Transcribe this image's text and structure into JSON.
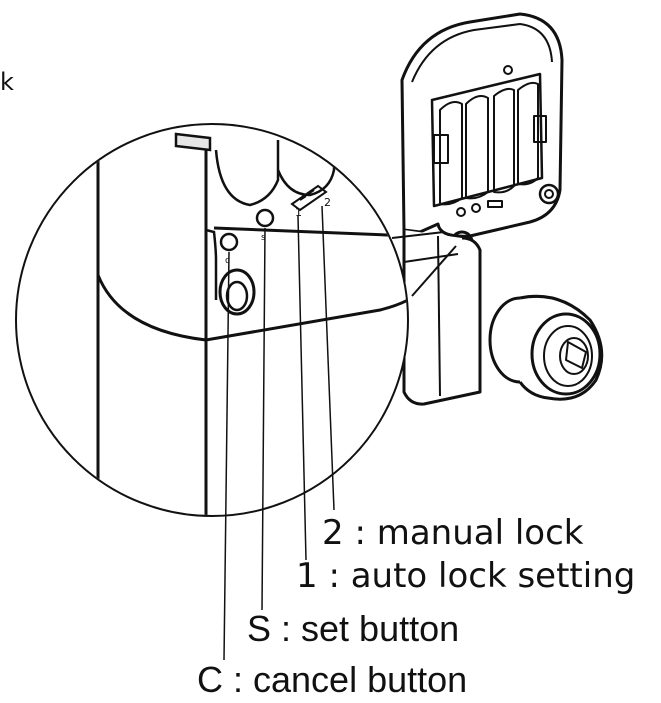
{
  "diagram": {
    "edge_text": "k",
    "panel_markings": {
      "switch_position_1": "1",
      "switch_position_2": "2",
      "set_button_mark": "s",
      "cancel_button_mark": "c"
    },
    "callouts": [
      {
        "key": "2",
        "text": "2 : manual lock"
      },
      {
        "key": "1",
        "text": "1 : auto lock setting"
      },
      {
        "key": "S",
        "text": "S : set button"
      },
      {
        "key": "C",
        "text": "C : cancel button"
      }
    ],
    "colors": {
      "line": "#111111",
      "background": "#ffffff",
      "shade": "#e6e6e6"
    }
  }
}
